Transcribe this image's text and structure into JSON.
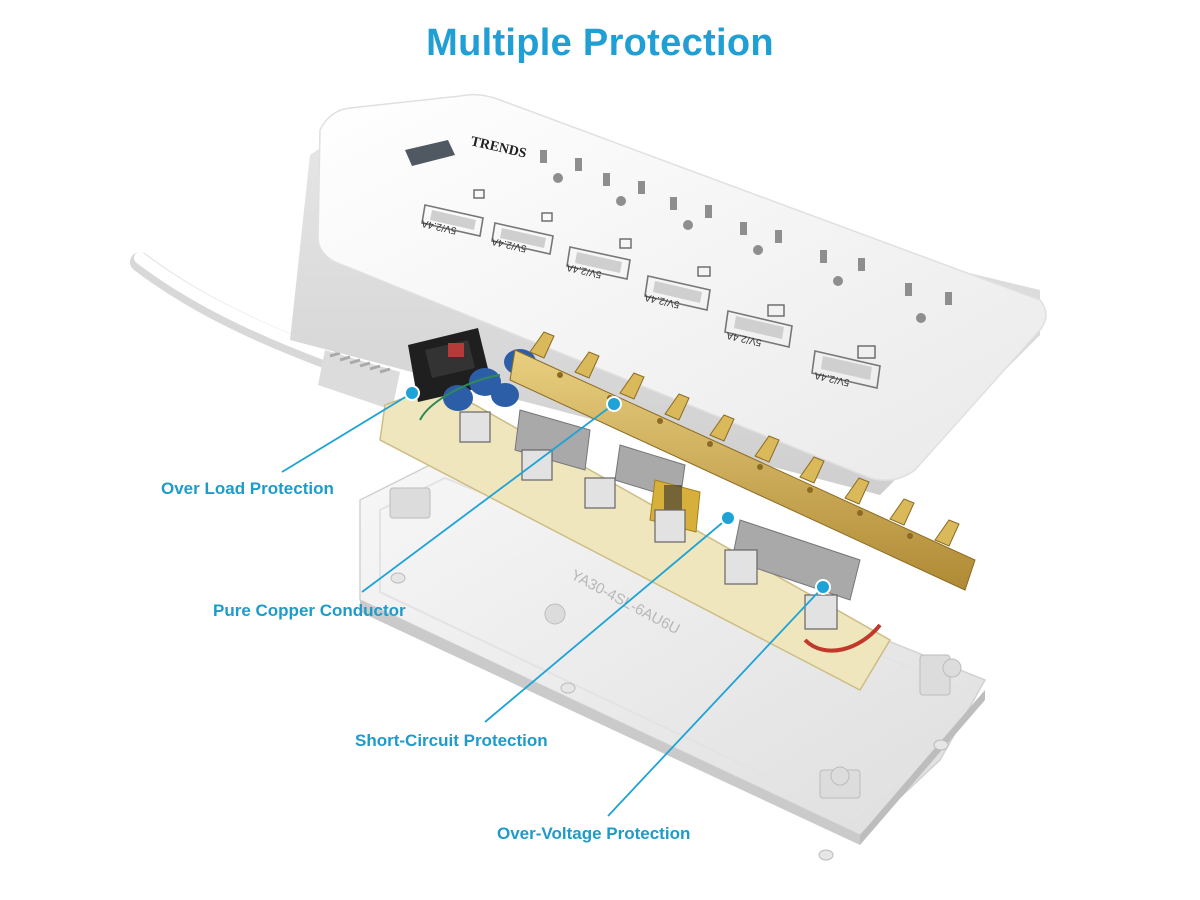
{
  "title": "Multiple Protection",
  "brand": "TRENDS",
  "usb_port_label": "5V/2.4A",
  "usb_ports": [
    {
      "label": "5V/2.4A"
    },
    {
      "label": "5V/2.4A"
    },
    {
      "label": "5V/2.4A"
    },
    {
      "label": "5V/2.4A"
    },
    {
      "label": "5V/2.4A"
    },
    {
      "label": "5V/2.4A"
    }
  ],
  "model_code": "YA30-4SL-6AU6U",
  "callouts": [
    {
      "label": "Over Load Protection"
    },
    {
      "label": "Pure Copper Conductor"
    },
    {
      "label": "Short-Circuit Protection"
    },
    {
      "label": "Over-Voltage Protection"
    }
  ],
  "colors": {
    "accent": "#1f9fd3",
    "callout_text": "#1e9bc9",
    "leader_line": "#1ea3d6",
    "pcb": "#efe6be",
    "copper": "#c9a64a",
    "housing": "#f4f4f4"
  }
}
